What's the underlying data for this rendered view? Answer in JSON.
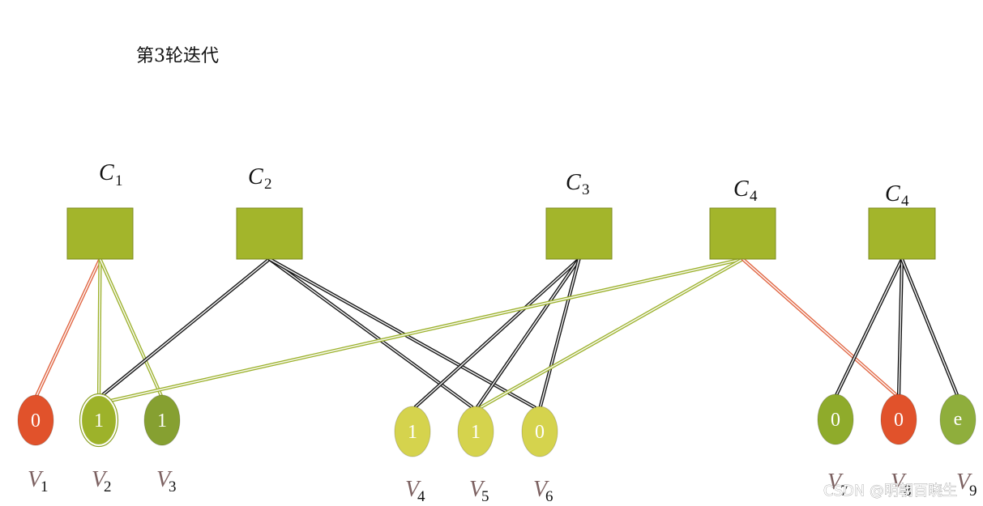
{
  "title": "第3轮迭代",
  "check_nodes": [
    {
      "letter": "C",
      "sub": "1",
      "fill": "#a3b52b"
    },
    {
      "letter": "C",
      "sub": "2",
      "fill": "#a3b52b"
    },
    {
      "letter": "C",
      "sub": "3",
      "fill": "#a3b52b"
    },
    {
      "letter": "C",
      "sub": "4",
      "fill": "#a3b52b"
    },
    {
      "letter": "C",
      "sub": "4",
      "fill": "#a3b52b"
    }
  ],
  "variable_nodes": [
    {
      "value": "0",
      "letter": "V",
      "sub": "1",
      "fill": "#e1522b"
    },
    {
      "value": "1",
      "letter": "V",
      "sub": "2",
      "fill": "#9db22a"
    },
    {
      "value": "1",
      "letter": "V",
      "sub": "3",
      "fill": "#86a031"
    },
    {
      "value": "1",
      "letter": "V",
      "sub": "4",
      "fill": "#d5d34d"
    },
    {
      "value": "1",
      "letter": "V",
      "sub": "5",
      "fill": "#d5d34d"
    },
    {
      "value": "0",
      "letter": "V",
      "sub": "6",
      "fill": "#d5d34d"
    },
    {
      "value": "0",
      "letter": "V",
      "sub": "7",
      "fill": "#8fab2b"
    },
    {
      "value": "0",
      "letter": "V",
      "sub": "8",
      "fill": "#e1522b"
    },
    {
      "value": "e",
      "letter": "V",
      "sub": "9",
      "fill": "#8fae3c"
    }
  ],
  "edges": [
    {
      "check": 0,
      "variable": 0,
      "color": "#e0623e"
    },
    {
      "check": 0,
      "variable": 1,
      "color": "#9cb12c"
    },
    {
      "check": 0,
      "variable": 2,
      "color": "#9cb12c"
    },
    {
      "check": 1,
      "variable": 1,
      "color": "#111111"
    },
    {
      "check": 1,
      "variable": 4,
      "color": "#111111"
    },
    {
      "check": 1,
      "variable": 5,
      "color": "#111111"
    },
    {
      "check": 2,
      "variable": 3,
      "color": "#111111"
    },
    {
      "check": 2,
      "variable": 4,
      "color": "#111111"
    },
    {
      "check": 2,
      "variable": 5,
      "color": "#111111"
    },
    {
      "check": 3,
      "variable": 1,
      "color": "#9cb12c"
    },
    {
      "check": 3,
      "variable": 4,
      "color": "#9cb12c"
    },
    {
      "check": 3,
      "variable": 7,
      "color": "#e0623e"
    },
    {
      "check": 4,
      "variable": 6,
      "color": "#111111"
    },
    {
      "check": 4,
      "variable": 7,
      "color": "#111111"
    },
    {
      "check": 4,
      "variable": 8,
      "color": "#111111"
    }
  ],
  "watermark": "CSDN @明朝百晓生"
}
